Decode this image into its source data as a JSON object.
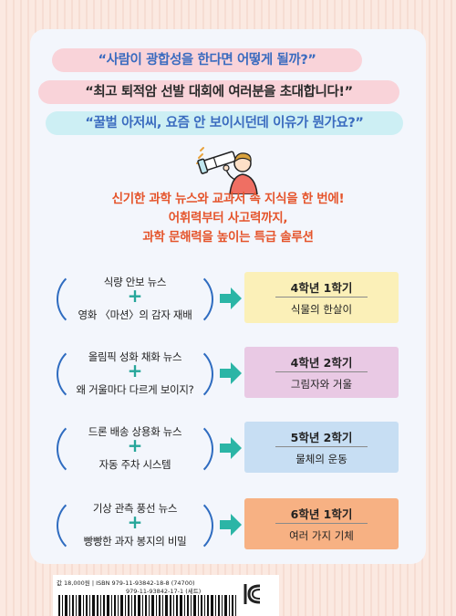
{
  "quotes": [
    "“사람이 광합성을 한다면 어떻게 될까?”",
    "“최고 퇴적암 선발 대회에 여러분을 초대합니다!”",
    "“꿀벌 아저씨, 요즘 안 보이시던데 이유가 뭔가요?”"
  ],
  "tagline": [
    "신기한 과학 뉴스와 교과서 속 지식을 한 번에!",
    "어휘력부터 사고력까지,",
    "과학 문해력을 높이는 특급 솔루션"
  ],
  "pairs": [
    {
      "news1": "식량 안보 뉴스",
      "news2": "영화 〈마션〉의 감자 재배",
      "grade": "4학년 1학기",
      "unit": "식물의 한살이",
      "color": "#fbf0b8"
    },
    {
      "news1": "올림픽 성화 채화 뉴스",
      "news2": "왜 거울마다 다르게 보이지?",
      "grade": "4학년 2학기",
      "unit": "그림자와 거울",
      "color": "#e9c9e4"
    },
    {
      "news1": "드론 배송 상용화 뉴스",
      "news2": "자동 주차 시스템",
      "grade": "5학년 2학기",
      "unit": "물체의 운동",
      "color": "#c7def3"
    },
    {
      "news1": "기상 관측 풍선 뉴스",
      "news2": "빵빵한 과자 봉지의 비밀",
      "grade": "6학년 1학기",
      "unit": "여러 가지 기체",
      "color": "#f7b183"
    }
  ],
  "plus_symbol": "+",
  "barcode": {
    "price": "값 18,000원",
    "isbn1": "ISBN 979-11-93842-18-8 (74700)",
    "isbn2": "979-11-93842-17-1 (세트)"
  },
  "icons": {
    "scientist": "scientist-telescope-icon",
    "arrow": "arrow-right-icon",
    "kc": "kc-certification-icon"
  },
  "colors": {
    "accent_orange": "#e5542b",
    "accent_blue": "#3a6bbf",
    "plus_teal": "#26a69a",
    "arrow_teal": "#2bb5a6"
  }
}
